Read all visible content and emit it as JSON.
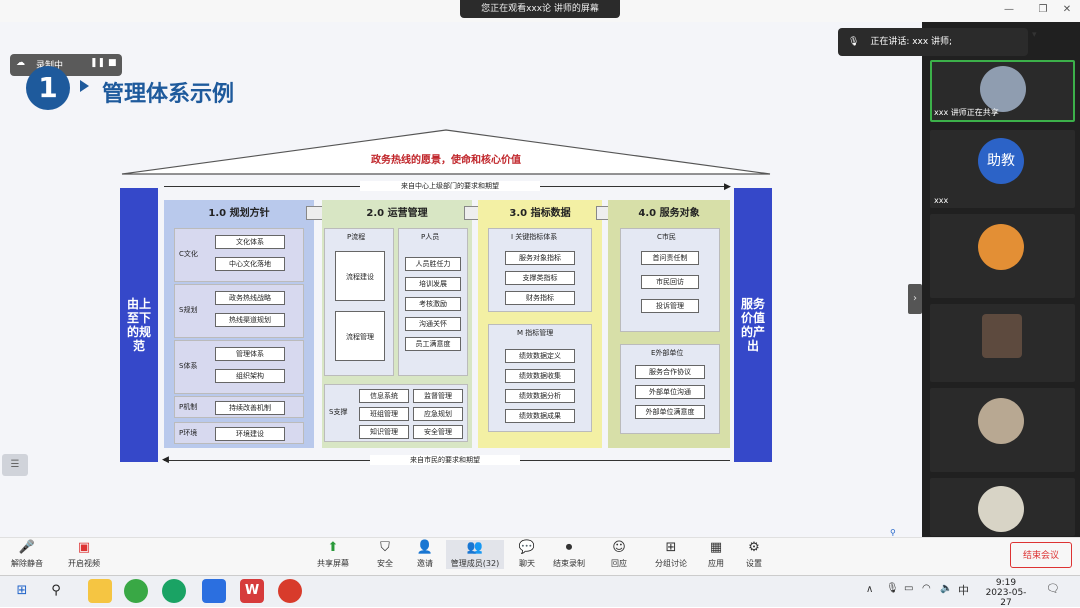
{
  "titlebar": {
    "viewing": "您正在观看xxx论 讲师的屏幕"
  },
  "recording": {
    "label": "录制中"
  },
  "slide": {
    "number": "1",
    "title": "管理体系示例",
    "roof_text": "政务热线的愿景，使命和核心价值",
    "top_flow": "来自中心上级部门的要求和期望",
    "bottom_flow": "来自市民的要求和期望",
    "left_bar": "由上至下的规范",
    "right_bar": "服务价值的产出",
    "col1": {
      "head": "1.0 规划方针",
      "groups": [
        {
          "label": "C文化",
          "items": [
            "文化体系",
            "中心文化落地"
          ]
        },
        {
          "label": "S规划",
          "items": [
            "政务热线战略",
            "热线渠道规划"
          ]
        },
        {
          "label": "S体系",
          "items": [
            "管理体系",
            "组织架构"
          ]
        },
        {
          "label": "P机制",
          "items": [
            "持续改善机制"
          ]
        },
        {
          "label": "P环境",
          "items": [
            "环境建设"
          ]
        }
      ]
    },
    "col2": {
      "head": "2.0 运营管理",
      "p_process": {
        "label": "P流程",
        "items": [
          "流程建设",
          "流程管理"
        ]
      },
      "p_staff": {
        "label": "P人员",
        "items": [
          "人员胜任力",
          "培训发展",
          "考核激励",
          "沟通关怀",
          "员工满意度"
        ]
      },
      "s_support": {
        "label": "S支撑",
        "items": [
          "信息系统",
          "监督管理",
          "班组管理",
          "应急规划",
          "知识管理",
          "安全管理"
        ]
      }
    },
    "col3": {
      "head": "3.0 指标数据",
      "kpi": {
        "label": "I 关键指标体系",
        "items": [
          "服务对象指标",
          "支撑类指标",
          "财务指标"
        ]
      },
      "m": {
        "label": "M 指标管理",
        "items": [
          "绩效数据定义",
          "绩效数据收集",
          "绩效数据分析",
          "绩效数据成果"
        ]
      }
    },
    "col4": {
      "head": "4.0 服务对象",
      "citizen": {
        "label": "C市民",
        "items": [
          "首问责任制",
          "市民回访",
          "投诉管理"
        ]
      },
      "external": {
        "label": "E外部单位",
        "items": [
          "服务合作协议",
          "外部单位沟通",
          "外部单位满意度"
        ]
      }
    }
  },
  "panel": {
    "speaking": "正在讲话: xxx 讲师;",
    "tile1_name": "xxx 讲师正在共享",
    "tile2_badge": "助教",
    "tile2_name": "xxx"
  },
  "toolbar": {
    "items": [
      "解除静音",
      "开启视频",
      "共享屏幕",
      "安全",
      "邀请",
      "管理成员(32)",
      "聊天",
      "结束录制",
      "回应",
      "分组讨论",
      "应用",
      "设置"
    ],
    "end": "结束会议"
  },
  "taskbar": {
    "time": "9:19",
    "date": "2023-05-27",
    "ime": "中"
  },
  "colors": {
    "accent": "#1e5a9c",
    "bar": "#3548c9",
    "col1": "#b9c9ec",
    "col2": "#d8e6c4",
    "col3": "#f3f0a4",
    "col4": "#d7dfa8"
  }
}
